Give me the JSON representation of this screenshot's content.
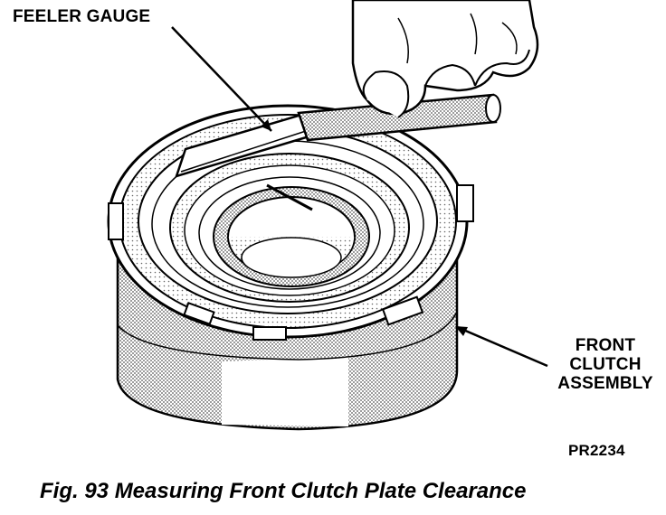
{
  "labels": {
    "feeler_gauge": "FEELER GAUGE",
    "front_clutch_line1": "FRONT",
    "front_clutch_line2": "CLUTCH",
    "front_clutch_line3": "ASSEMBLY",
    "figure_code": "PR2234"
  },
  "caption": "Fig. 93 Measuring Front Clutch Plate Clearance",
  "colors": {
    "ink": "#000000",
    "paper": "#ffffff",
    "shade": "#9a9a9a"
  }
}
